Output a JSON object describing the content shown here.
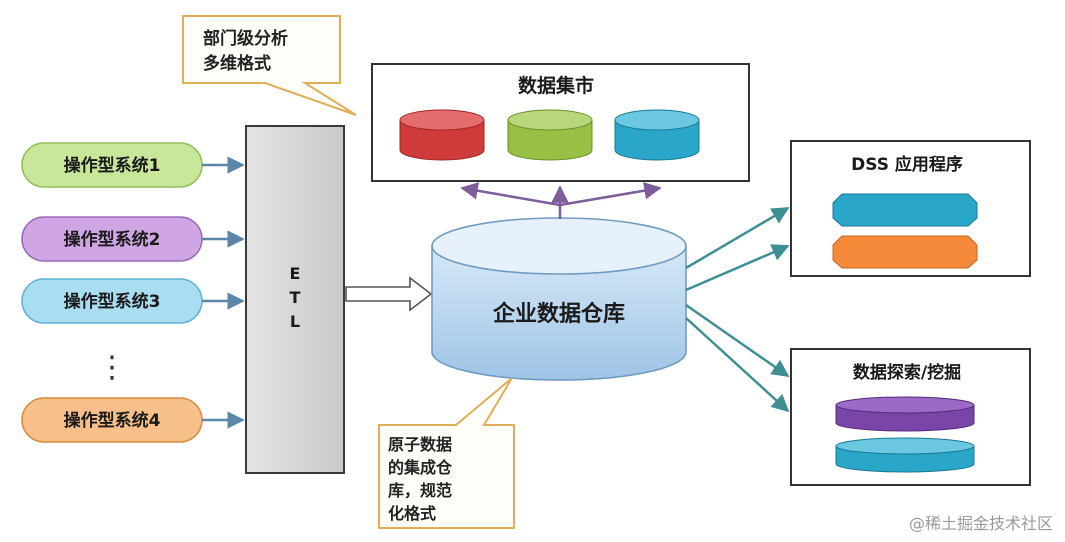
{
  "etl": {
    "label": "ETL",
    "letters": [
      "E",
      "T",
      "L"
    ]
  },
  "sources": [
    {
      "label": "操作型系统1",
      "color": "#c9e79a"
    },
    {
      "label": "操作型系统2",
      "color": "#cfa6e3"
    },
    {
      "label": "操作型系统3",
      "color": "#a9ddf1"
    },
    {
      "label": "操作型系统4",
      "color": "#f7c08b"
    }
  ],
  "ellipsis": "⋮",
  "datamart": {
    "title": "数据集市",
    "cylinder_colors": [
      "#cf3b3b",
      "#97c045",
      "#2aa6c9"
    ]
  },
  "warehouse": {
    "label": "企业数据仓库"
  },
  "callout_top": {
    "lines": [
      "部门级分析",
      "多维格式"
    ]
  },
  "callout_bottom": {
    "lines": [
      "原子数据",
      "的集成仓",
      "库，规范",
      "化格式"
    ]
  },
  "dss": {
    "title": "DSS 应用程序",
    "bar_colors": [
      "#2aa6c9",
      "#f4893a"
    ]
  },
  "mining": {
    "title": "数据探索/挖掘",
    "bar_colors": [
      "#7a45a8",
      "#2aa6c9"
    ]
  },
  "watermark": "@稀土掘金技术社区"
}
